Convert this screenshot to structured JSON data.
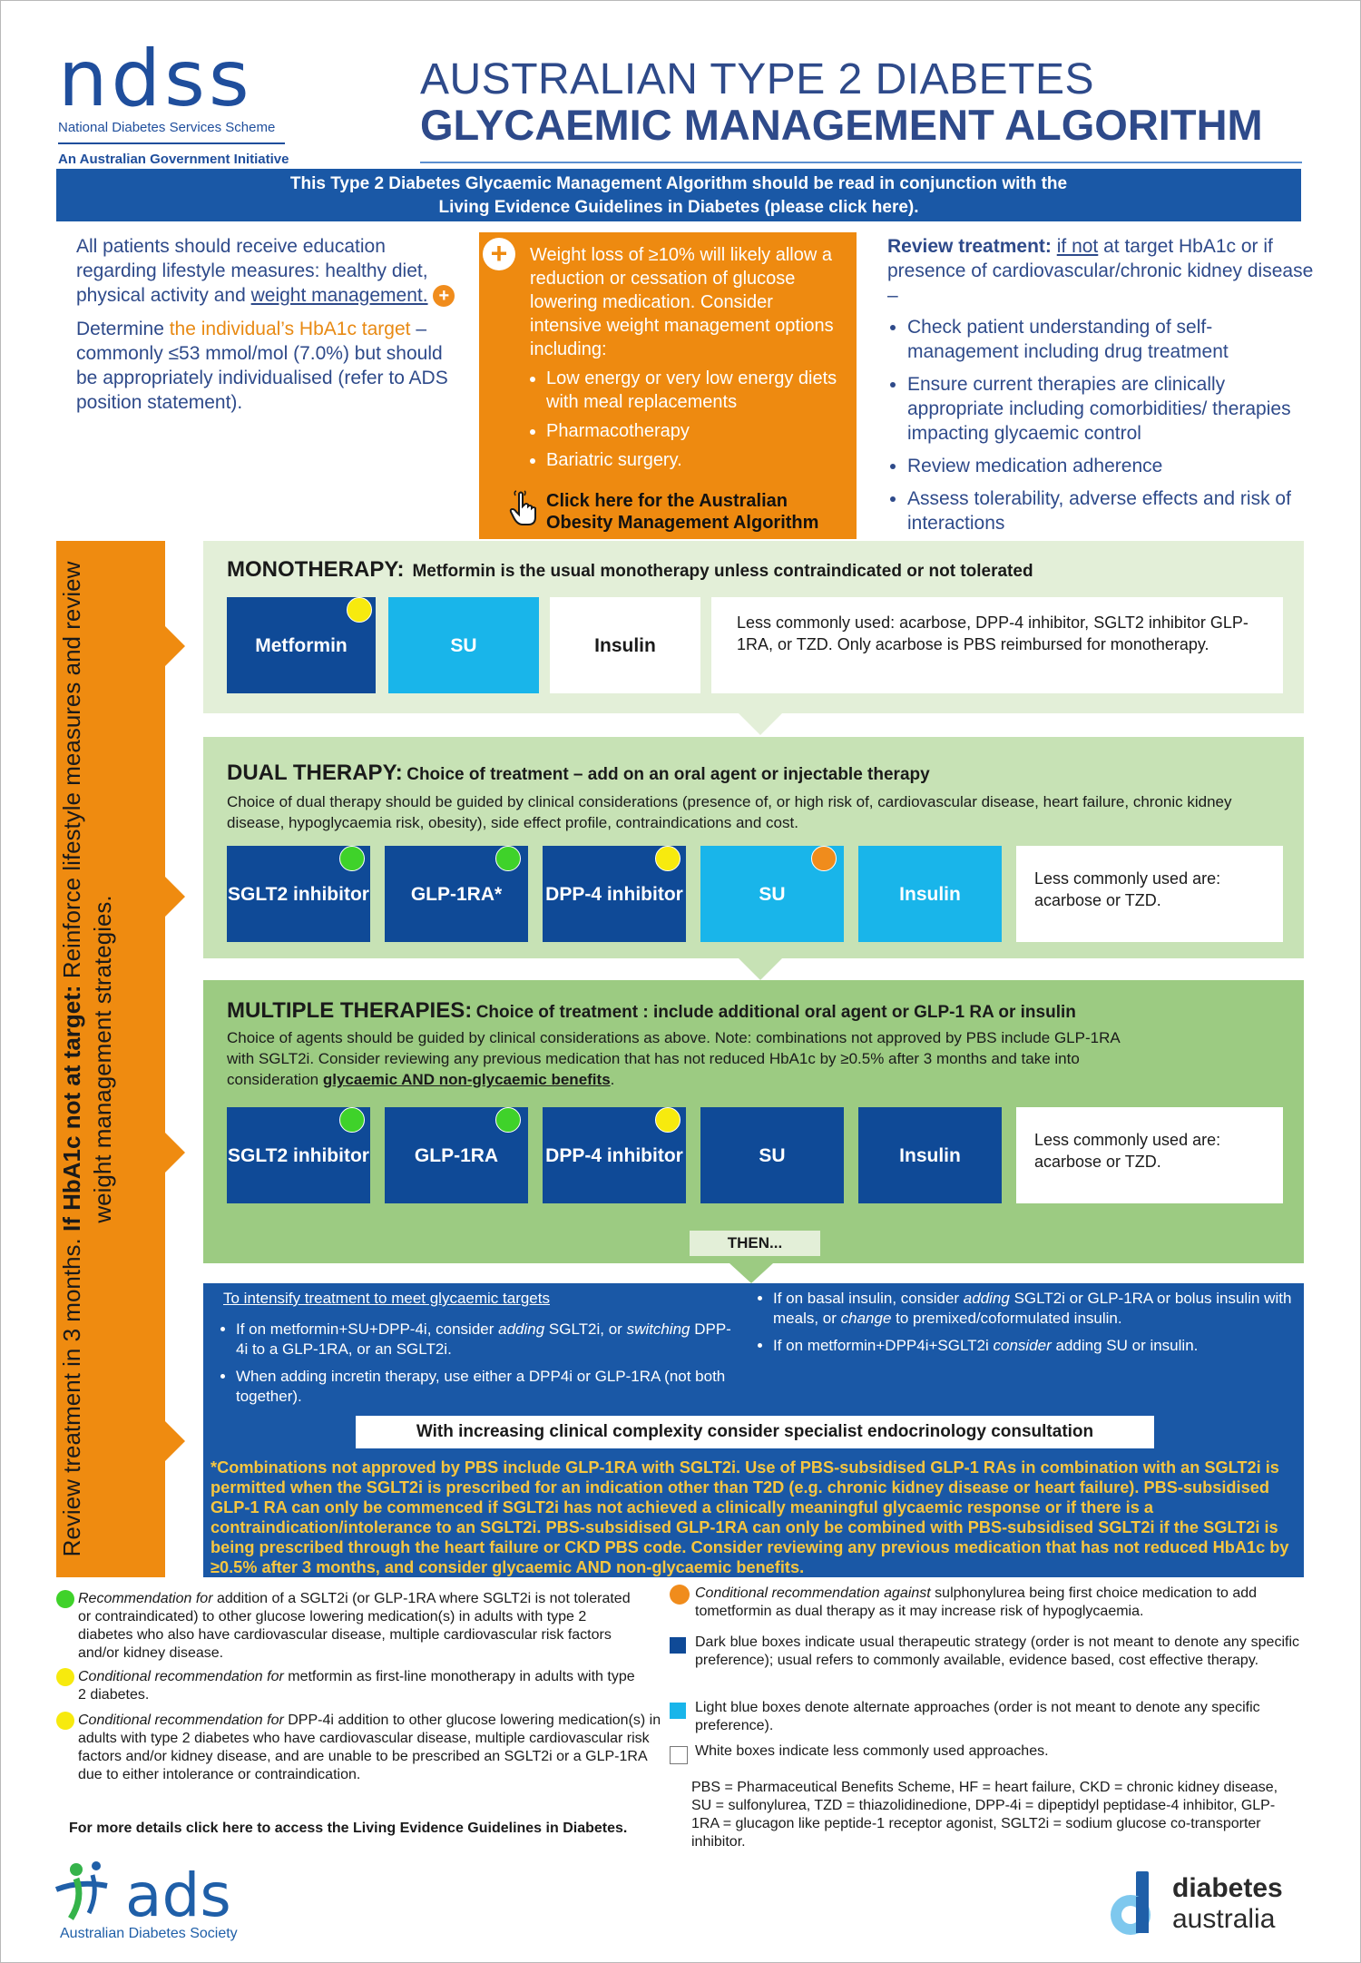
{
  "header": {
    "ndss_logo": "ndss",
    "ndss_sub1": "National Diabetes Services Scheme",
    "ndss_sub2": "An Australian Government Initiative",
    "title_line1": "AUSTRALIAN TYPE 2 DIABETES",
    "title_line2": "GLYCAEMIC MANAGEMENT ALGORITHM"
  },
  "banner": {
    "line1": "This Type 2 Diabetes Glycaemic Management Algorithm should be read in conjunction with the",
    "line2": "Living Evidence Guidelines in Diabetes (please click here)."
  },
  "intro": {
    "p1_a": "All patients should receive education regarding lifestyle measures: healthy diet, physical activity and ",
    "p1_link": "weight management.",
    "plus": "+",
    "p2_a": "Determine ",
    "p2_orange": "the individual’s HbA1c  target",
    "p2_b": " – commonly ≤53 mmol/mol  (7.0%) but should be appropriately individualised (refer to ADS position statement)."
  },
  "weight_box": {
    "plus": "+",
    "text": "Weight loss of ≥10% will likely allow a reduction or cessation of glucose lowering medication. Consider intensive weight management options including:",
    "items": [
      "Low energy or very low energy diets with meal replacements",
      "Pharmacotherapy",
      "Bariatric surgery."
    ],
    "link": "Click here for the Australian Obesity Management Algorithm",
    "icon": "hand-pointer-icon"
  },
  "review": {
    "lead_bold": "Review treatment:",
    "lead_link": "if not",
    "lead_rest": " at target HbA1c or if presence of cardiovascular/chronic kidney disease –",
    "items": [
      "Check patient understanding of self-management including drug treatment",
      "Ensure current therapies are clinically appropriate including comorbidities/ therapies impacting glycaemic control",
      "Review medication adherence",
      "Assess tolerability, adverse effects and risk of interactions"
    ]
  },
  "sidebar": {
    "pre": "Review treatment in 3 months. ",
    "bold": "If HbA1c not at target:",
    "post": " Reinforce lifestyle measures and review weight management strategies."
  },
  "mono": {
    "title": "MONOTHERAPY:",
    "subtitle": "Metformin is the usual monotherapy unless contraindicated or not tolerated",
    "drugs": [
      "Metformin",
      "SU",
      "Insulin"
    ],
    "note": "Less commonly used: acarbose, DPP-4 inhibitor, SGLT2 inhibitor GLP-1RA, or TZD. Only acarbose is PBS reimbursed for monotherapy."
  },
  "dual": {
    "title": "DUAL THERAPY:",
    "subtitle": "Choice of treatment – add on an oral agent or injectable therapy",
    "desc": "Choice of dual therapy should be guided by clinical considerations (presence of, or high risk of, cardiovascular disease, heart failure, chronic kidney disease, hypoglycaemia risk, obesity), side effect profile, contraindications and cost.",
    "drugs": [
      "SGLT2 inhibitor",
      "GLP-1RA*",
      "DPP-4 inhibitor",
      "SU",
      "Insulin"
    ],
    "note": "Less commonly used are: acarbose or TZD."
  },
  "multi": {
    "title": "MULTIPLE THERAPIES:",
    "subtitle": "Choice of treatment : include additional oral agent or GLP-1 RA or insulin",
    "desc_a": "Choice of agents should be guided by clinical considerations as above. Note: combinations not approved by PBS include GLP-1RA with SGLT2i. Consider reviewing any previous medication that has not reduced HbA1c by ≥0.5% after 3 months and take into consideration ",
    "desc_b": "glycaemic AND non-glycaemic benefits",
    "desc_c": ".",
    "drugs": [
      "SGLT2 inhibitor",
      "GLP-1RA",
      "DPP-4 inhibitor",
      "SU",
      "Insulin"
    ],
    "note": "Less commonly used are: acarbose or TZD.",
    "then": "THEN..."
  },
  "intensify": {
    "heading": "To intensify treatment to meet glycaemic targets",
    "left": [
      {
        "a": "If on metformin+SU+DPP-4i, consider ",
        "i1": "adding",
        "b": " SGLT2i, or ",
        "i2": "switching",
        "c": " DPP-4i to a GLP-1RA, or an SGLT2i."
      },
      {
        "a": "When adding incretin therapy, use either a DPP4i or GLP-1RA (not both together).",
        "i1": "",
        "b": "",
        "i2": "",
        "c": ""
      }
    ],
    "right": [
      {
        "a": "If on basal insulin, consider ",
        "i1": "adding",
        "b": " SGLT2i or GLP-1RA or bolus insulin with meals, or ",
        "i2": "change",
        "c": " to premixed/coformulated insulin."
      },
      {
        "a": "If on metformin+DPP4i+SGLT2i ",
        "i1": "consider",
        "b": " adding SU or insulin.",
        "i2": "",
        "c": ""
      }
    ],
    "specialist": "With increasing clinical complexity consider specialist endocrinology consultation",
    "pbs_note": "*Combinations not approved by PBS include GLP-1RA with SGLT2i. Use of PBS-subsidised GLP-1 RAs in combination with an SGLT2i is permitted when the SGLT2i is prescribed for an indication other than T2D (e.g. chronic kidney disease or heart failure). PBS-subsidised GLP-1 RA can only be commenced if SGLT2i has not achieved a clinically meaningful glycaemic response or if there is a contraindication/intolerance to an SGLT2i. PBS-subsidised GLP-1RA can only be combined with PBS-subsidised SGLT2i if the SGLT2i is being prescribed through the heart failure or CKD PBS code. Consider reviewing any previous medication that has not reduced HbA1c by ≥0.5% after 3 months, and consider glycaemic AND non-glycaemic benefits."
  },
  "legend": {
    "green_i": "Recommendation for",
    "green": " addition of a SGLT2i (or GLP-1RA where SGLT2i is not tolerated or contraindicated) to other glucose lowering medication(s) in adults with type 2 diabetes who also have cardiovascular disease, multiple cardiovascular risk factors and/or kidney disease.",
    "yellow1_i": "Conditional recommendation for",
    "yellow1": " metformin as first-line monotherapy in adults with type 2 diabetes.",
    "yellow2_i": "Conditional recommendation for",
    "yellow2": " DPP-4i addition to other glucose lowering medication(s) in adults with type 2 diabetes who have cardiovascular disease, multiple cardiovascular risk factors and/or kidney disease, and are unable to be prescribed an SGLT2i or a GLP-1RA due to either intolerance or contraindication.",
    "orange_i": "Conditional recommendation against",
    "orange": " sulphonylurea being first choice medication to add tometformin as dual therapy as it may increase risk of hypoglycaemia.",
    "dark": "Dark blue boxes indicate usual therapeutic strategy (order is not meant to denote any specific preference); usual refers to commonly available, evidence based, cost effective therapy.",
    "light": "Light blue boxes denote alternate approaches (order is not meant to denote any specific preference).",
    "white": "White boxes indicate less commonly used approaches.",
    "abbrev": "PBS = Pharmaceutical Benefits Scheme, HF = heart failure, CKD = chronic kidney disease, SU = sulfonylurea, TZD = thiazolidinedione, DPP-4i = dipeptidyl peptidase-4 inhibitor, GLP-1RA = glucagon like peptide-1 receptor agonist, SGLT2i = sodium glucose co-transporter inhibitor.",
    "more": "For more details click here to access the Living Evidence Guidelines in Diabetes."
  },
  "footer": {
    "ads_word": "ads",
    "ads_sub": "Australian Diabetes Society",
    "da_line1": "diabetes",
    "da_line2": "australia"
  },
  "colors": {
    "dark_blue": "#0f4a97",
    "light_blue": "#19b5ea",
    "orange": "#ee8a10",
    "green_dot": "#3fd22a",
    "yellow_dot": "#f7ea0e"
  }
}
